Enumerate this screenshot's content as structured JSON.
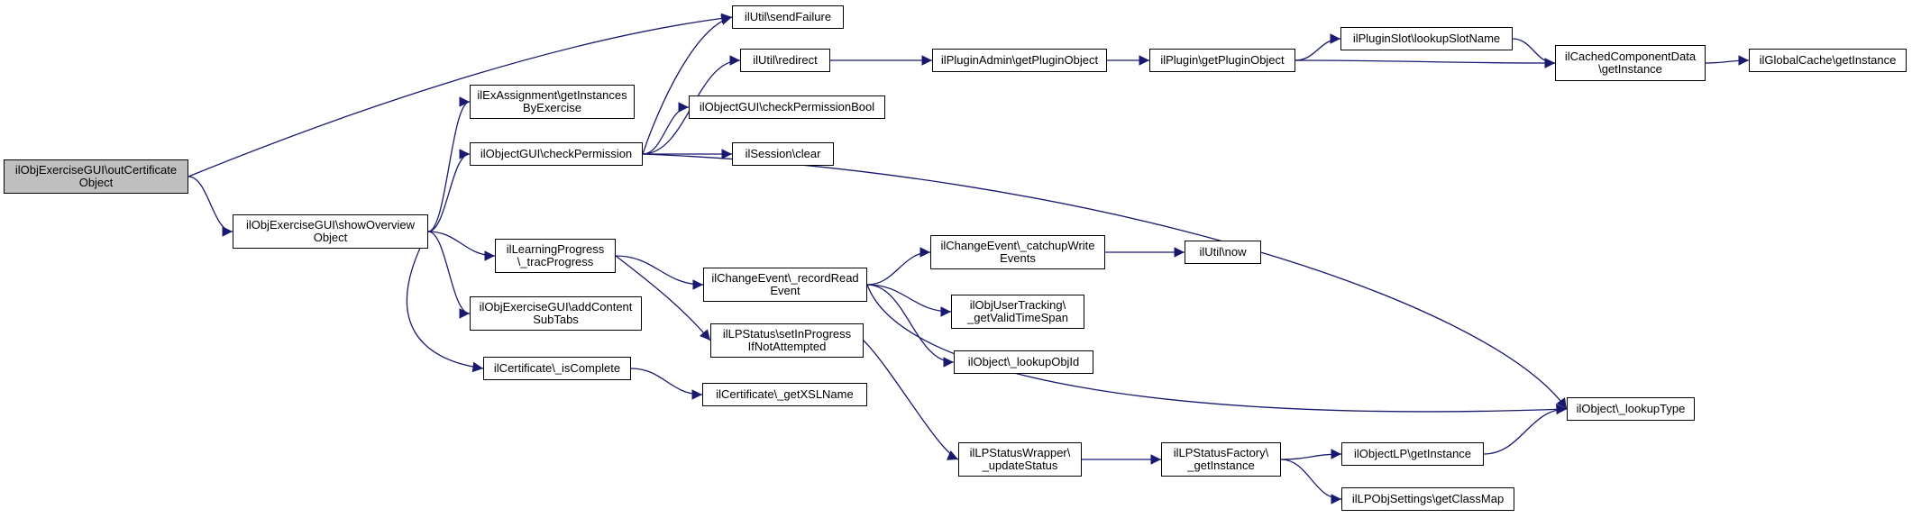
{
  "colors": {
    "edge": "#191970",
    "node_border": "#000000",
    "node_fill": "#ffffff",
    "root_fill": "#bfbfbf"
  },
  "nodes": [
    {
      "id": "outCertificate",
      "lines": [
        "ilObjExerciseGUI\\outCertificate",
        "Object"
      ],
      "root": true
    },
    {
      "id": "showOverview",
      "lines": [
        "ilObjExerciseGUI\\showOverview",
        "Object"
      ]
    },
    {
      "id": "sendFailure",
      "lines": [
        "ilUtil\\sendFailure"
      ]
    },
    {
      "id": "getInstancesByExercise",
      "lines": [
        "ilExAssignment\\getInstances",
        "ByExercise"
      ]
    },
    {
      "id": "checkPermission",
      "lines": [
        "ilObjectGUI\\checkPermission"
      ]
    },
    {
      "id": "redirect",
      "lines": [
        "ilUtil\\redirect"
      ]
    },
    {
      "id": "checkPermissionBool",
      "lines": [
        "ilObjectGUI\\checkPermissionBool"
      ]
    },
    {
      "id": "sessionClear",
      "lines": [
        "ilSession\\clear"
      ]
    },
    {
      "id": "getPluginObjectAdmin",
      "lines": [
        "ilPluginAdmin\\getPluginObject"
      ]
    },
    {
      "id": "getPluginObject",
      "lines": [
        "ilPlugin\\getPluginObject"
      ]
    },
    {
      "id": "lookupSlotName",
      "lines": [
        "ilPluginSlot\\lookupSlotName"
      ]
    },
    {
      "id": "cachedGetInstance",
      "lines": [
        "ilCachedComponentData",
        "\\getInstance"
      ]
    },
    {
      "id": "globalCache",
      "lines": [
        "ilGlobalCache\\getInstance"
      ]
    },
    {
      "id": "tracProgress",
      "lines": [
        "ilLearningProgress",
        "\\_tracProgress"
      ]
    },
    {
      "id": "addContentSubTabs",
      "lines": [
        "ilObjExerciseGUI\\addContent",
        "SubTabs"
      ]
    },
    {
      "id": "isComplete",
      "lines": [
        "ilCertificate\\_isComplete"
      ]
    },
    {
      "id": "recordRead",
      "lines": [
        "ilChangeEvent\\_recordRead",
        "Event"
      ]
    },
    {
      "id": "catchupWrite",
      "lines": [
        "ilChangeEvent\\_catchupWrite",
        "Events"
      ]
    },
    {
      "id": "utilNow",
      "lines": [
        "ilUtil\\now"
      ]
    },
    {
      "id": "validTimeSpan",
      "lines": [
        "ilObjUserTracking\\",
        "_getValidTimeSpan"
      ]
    },
    {
      "id": "lookupObjId",
      "lines": [
        "ilObject\\_lookupObjId"
      ]
    },
    {
      "id": "setInProgress",
      "lines": [
        "ilLPStatus\\setInProgress",
        "IfNotAttempted"
      ]
    },
    {
      "id": "getXSLName",
      "lines": [
        "ilCertificate\\_getXSLName"
      ]
    },
    {
      "id": "lookupType",
      "lines": [
        "ilObject\\_lookupType"
      ]
    },
    {
      "id": "updateStatus",
      "lines": [
        "ilLPStatusWrapper\\",
        "_updateStatus"
      ]
    },
    {
      "id": "lpFactory",
      "lines": [
        "ilLPStatusFactory\\",
        "_getInstance"
      ]
    },
    {
      "id": "objectLP",
      "lines": [
        "ilObjectLP\\getInstance"
      ]
    },
    {
      "id": "classMap",
      "lines": [
        "ilLPObjSettings\\getClassMap"
      ]
    }
  ],
  "edges": [
    [
      "outCertificate",
      "sendFailure"
    ],
    [
      "outCertificate",
      "showOverview"
    ],
    [
      "showOverview",
      "getInstancesByExercise"
    ],
    [
      "showOverview",
      "checkPermission"
    ],
    [
      "showOverview",
      "tracProgress"
    ],
    [
      "showOverview",
      "addContentSubTabs"
    ],
    [
      "showOverview",
      "isComplete"
    ],
    [
      "checkPermission",
      "sendFailure"
    ],
    [
      "checkPermission",
      "redirect"
    ],
    [
      "checkPermission",
      "checkPermissionBool"
    ],
    [
      "checkPermission",
      "sessionClear"
    ],
    [
      "checkPermission",
      "lookupType"
    ],
    [
      "redirect",
      "getPluginObjectAdmin"
    ],
    [
      "getPluginObjectAdmin",
      "getPluginObject"
    ],
    [
      "getPluginObject",
      "lookupSlotName"
    ],
    [
      "getPluginObject",
      "cachedGetInstance"
    ],
    [
      "lookupSlotName",
      "cachedGetInstance"
    ],
    [
      "cachedGetInstance",
      "globalCache"
    ],
    [
      "tracProgress",
      "recordRead"
    ],
    [
      "tracProgress",
      "setInProgress"
    ],
    [
      "recordRead",
      "catchupWrite"
    ],
    [
      "recordRead",
      "validTimeSpan"
    ],
    [
      "recordRead",
      "lookupObjId"
    ],
    [
      "recordRead",
      "lookupType"
    ],
    [
      "catchupWrite",
      "utilNow"
    ],
    [
      "isComplete",
      "getXSLName"
    ],
    [
      "setInProgress",
      "updateStatus"
    ],
    [
      "updateStatus",
      "lpFactory"
    ],
    [
      "lpFactory",
      "objectLP"
    ],
    [
      "lpFactory",
      "classMap"
    ],
    [
      "objectLP",
      "lookupType"
    ]
  ]
}
